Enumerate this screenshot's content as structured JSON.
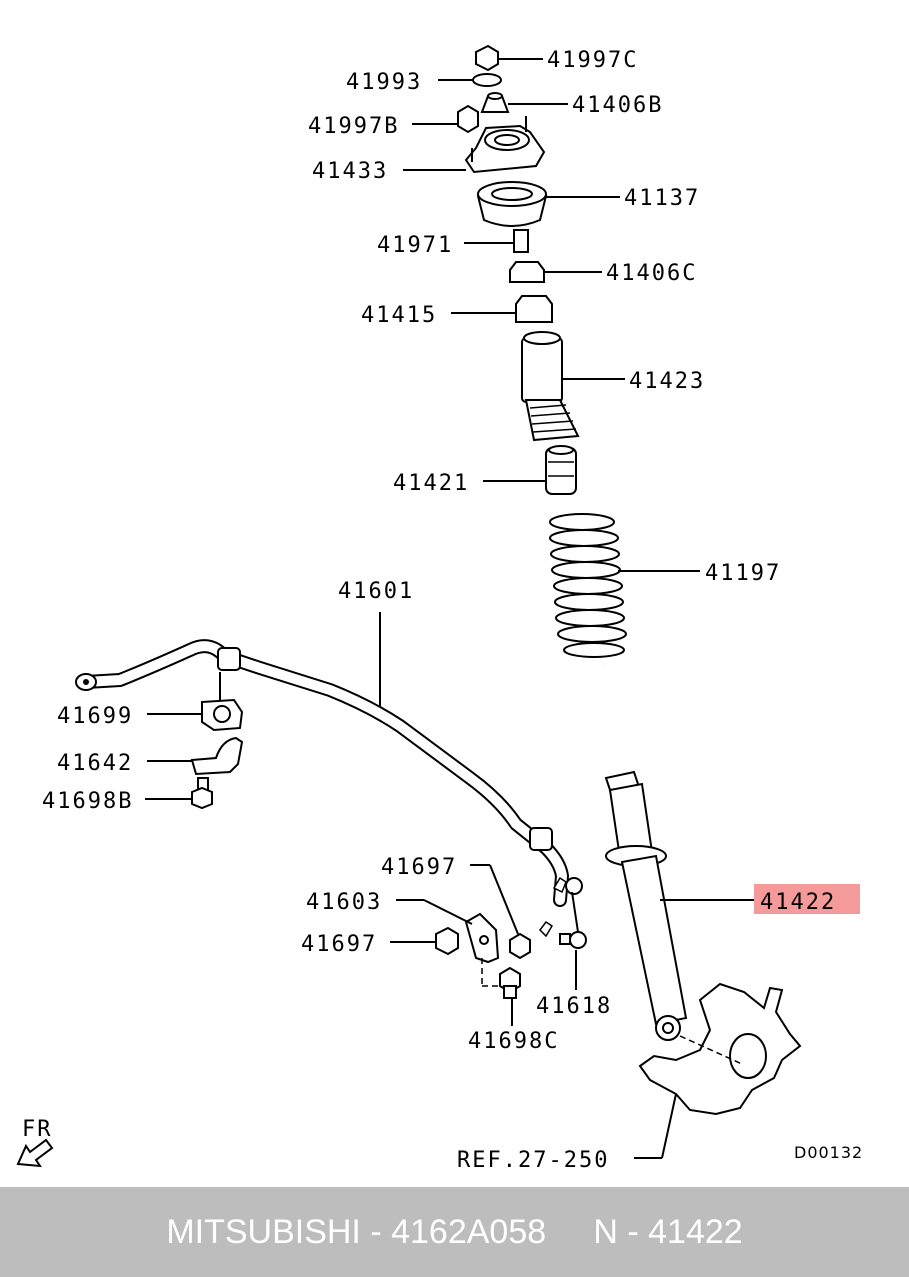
{
  "diagram": {
    "labels": {
      "p41997C": "41997C",
      "p41993": "41993",
      "p41406B": "41406B",
      "p41997B": "41997B",
      "p41433": "41433",
      "p41137": "41137",
      "p41971": "41971",
      "p41406C": "41406C",
      "p41415": "41415",
      "p41423": "41423",
      "p41421": "41421",
      "p41197": "41197",
      "p41601": "41601",
      "p41699": "41699",
      "p41642": "41642",
      "p41698B": "41698B",
      "p41697a": "41697",
      "p41603": "41603",
      "p41697b": "41697",
      "p41422": "41422",
      "p41618": "41618",
      "p41698C": "41698C",
      "ref": "REF.27-250",
      "fr": "FR",
      "code": "D00132"
    },
    "highlight_color": "#f59a9a"
  },
  "footer": {
    "text": "MITSUBISHI - 4162A058     N - 41422",
    "background": "#bdbdbd"
  }
}
